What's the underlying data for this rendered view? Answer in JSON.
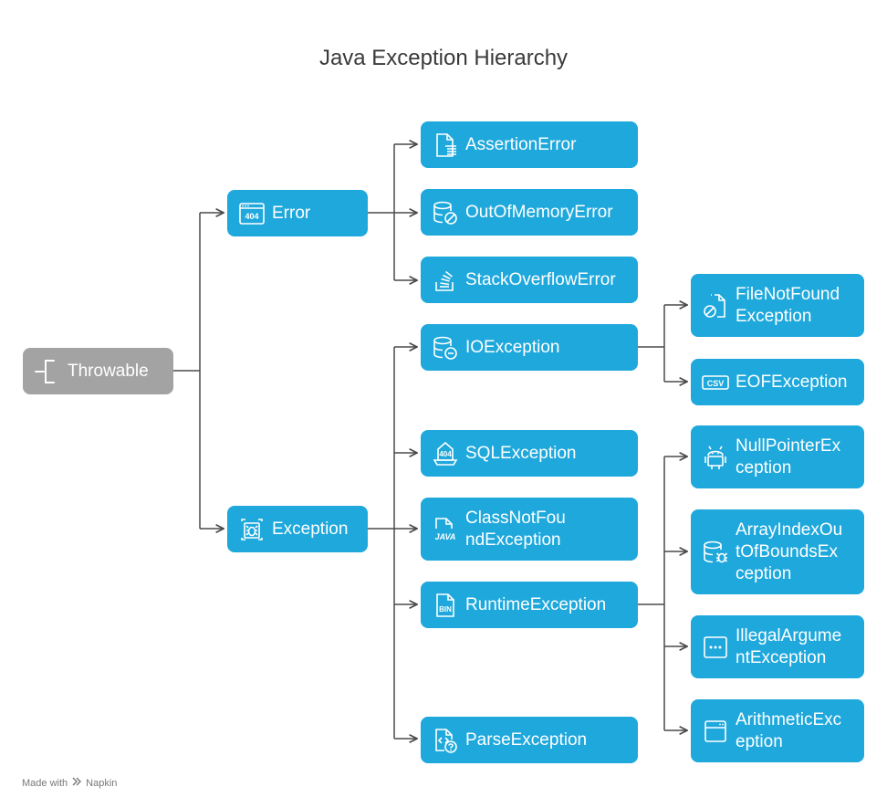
{
  "title": "Java Exception Hierarchy",
  "colors": {
    "root": "#a3a3a3",
    "node": "#1ea8dc",
    "connector": "#4a4a4a",
    "text": "#ffffff"
  },
  "nodes": {
    "throwable": {
      "label": "Throwable",
      "icon": "bracket-icon"
    },
    "error": {
      "label": "Error",
      "icon": "browser-404-icon"
    },
    "exception": {
      "label": "Exception",
      "icon": "bug-frame-icon"
    },
    "assertion_error": {
      "label": "AssertionError",
      "icon": "document-icon"
    },
    "out_of_memory_error": {
      "label": "OutOfMemoryError",
      "icon": "database-blocked-icon"
    },
    "stack_overflow_error": {
      "label": "StackOverflowError",
      "icon": "stack-icon"
    },
    "io_exception": {
      "label": "IOException",
      "icon": "database-minus-icon"
    },
    "sql_exception": {
      "label": "SQLException",
      "icon": "sql-404-icon"
    },
    "class_not_found_exception": {
      "label": "ClassNotFoundException",
      "icon": "java-file-icon"
    },
    "runtime_exception": {
      "label": "RuntimeException",
      "icon": "bin-file-icon"
    },
    "parse_exception": {
      "label": "ParseException",
      "icon": "code-question-icon"
    },
    "file_not_found_exception": {
      "label": "FileNotFoundException",
      "icon": "file-blocked-icon"
    },
    "eof_exception": {
      "label": "EOFException",
      "icon": "csv-icon"
    },
    "null_pointer_exception": {
      "label": "NullPointerException",
      "icon": "android-icon"
    },
    "array_index_out_of_bounds_exception": {
      "label": "ArrayIndexOutOfBoundsException",
      "icon": "database-bug-icon"
    },
    "illegal_argument_exception": {
      "label": "IllegalArgumentException",
      "icon": "ellipsis-box-icon"
    },
    "arithmetic_exception": {
      "label": "ArithmeticException",
      "icon": "window-icon"
    }
  },
  "footer": {
    "made_with": "Made with",
    "brand": "Napkin"
  }
}
